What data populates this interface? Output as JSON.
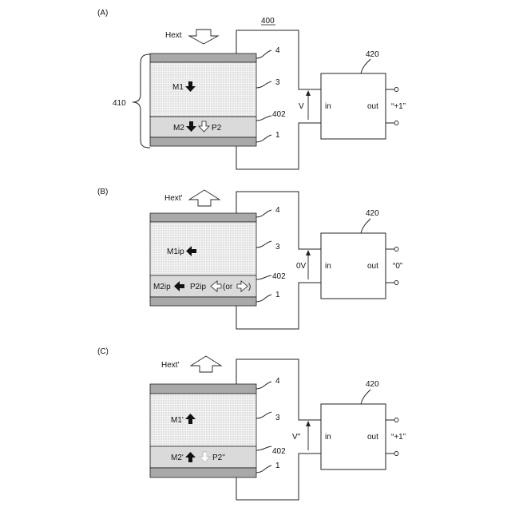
{
  "figure_number": "400",
  "panels": [
    {
      "tag": "(A)",
      "field_label": "Hext",
      "field_arrow": "down",
      "stack_label": "410",
      "ref_top": "4",
      "ref_mid": "3",
      "ref_402": "402",
      "ref_bot": "1",
      "m1_label": "M1",
      "m1_arrow": "down",
      "m2_label": "M2",
      "m2_arrow": "down",
      "p2_label": "P2",
      "p2_arrow": "down",
      "voltage_label": "V",
      "block_ref": "420",
      "in_label": "in",
      "out_label": "out",
      "output_value": "“+1”"
    },
    {
      "tag": "(B)",
      "field_label": "Hext'",
      "field_arrow": "up",
      "ref_top": "4",
      "ref_mid": "3",
      "ref_402": "402",
      "ref_bot": "1",
      "m1_label": "M1ip",
      "m1_arrow": "left",
      "m2_label": "M2ip",
      "m2_arrow": "left",
      "p2_label": "P2ip",
      "p2_note": "(or",
      "p2_note_close": ")",
      "voltage_label": "0V",
      "block_ref": "420",
      "in_label": "in",
      "out_label": "out",
      "output_value": "“0”"
    },
    {
      "tag": "(C)",
      "field_label": "Hext'",
      "field_arrow": "up",
      "ref_top": "4",
      "ref_mid": "3",
      "ref_402": "402",
      "ref_bot": "1",
      "m1_label": "M1'",
      "m1_arrow": "up",
      "m2_label": "M2'",
      "m2_arrow": "up",
      "p2_label": "P2''",
      "p2_arrow": "down",
      "voltage_label": "V''",
      "block_ref": "420",
      "in_label": "in",
      "out_label": "out",
      "output_value": "“+1”"
    }
  ]
}
